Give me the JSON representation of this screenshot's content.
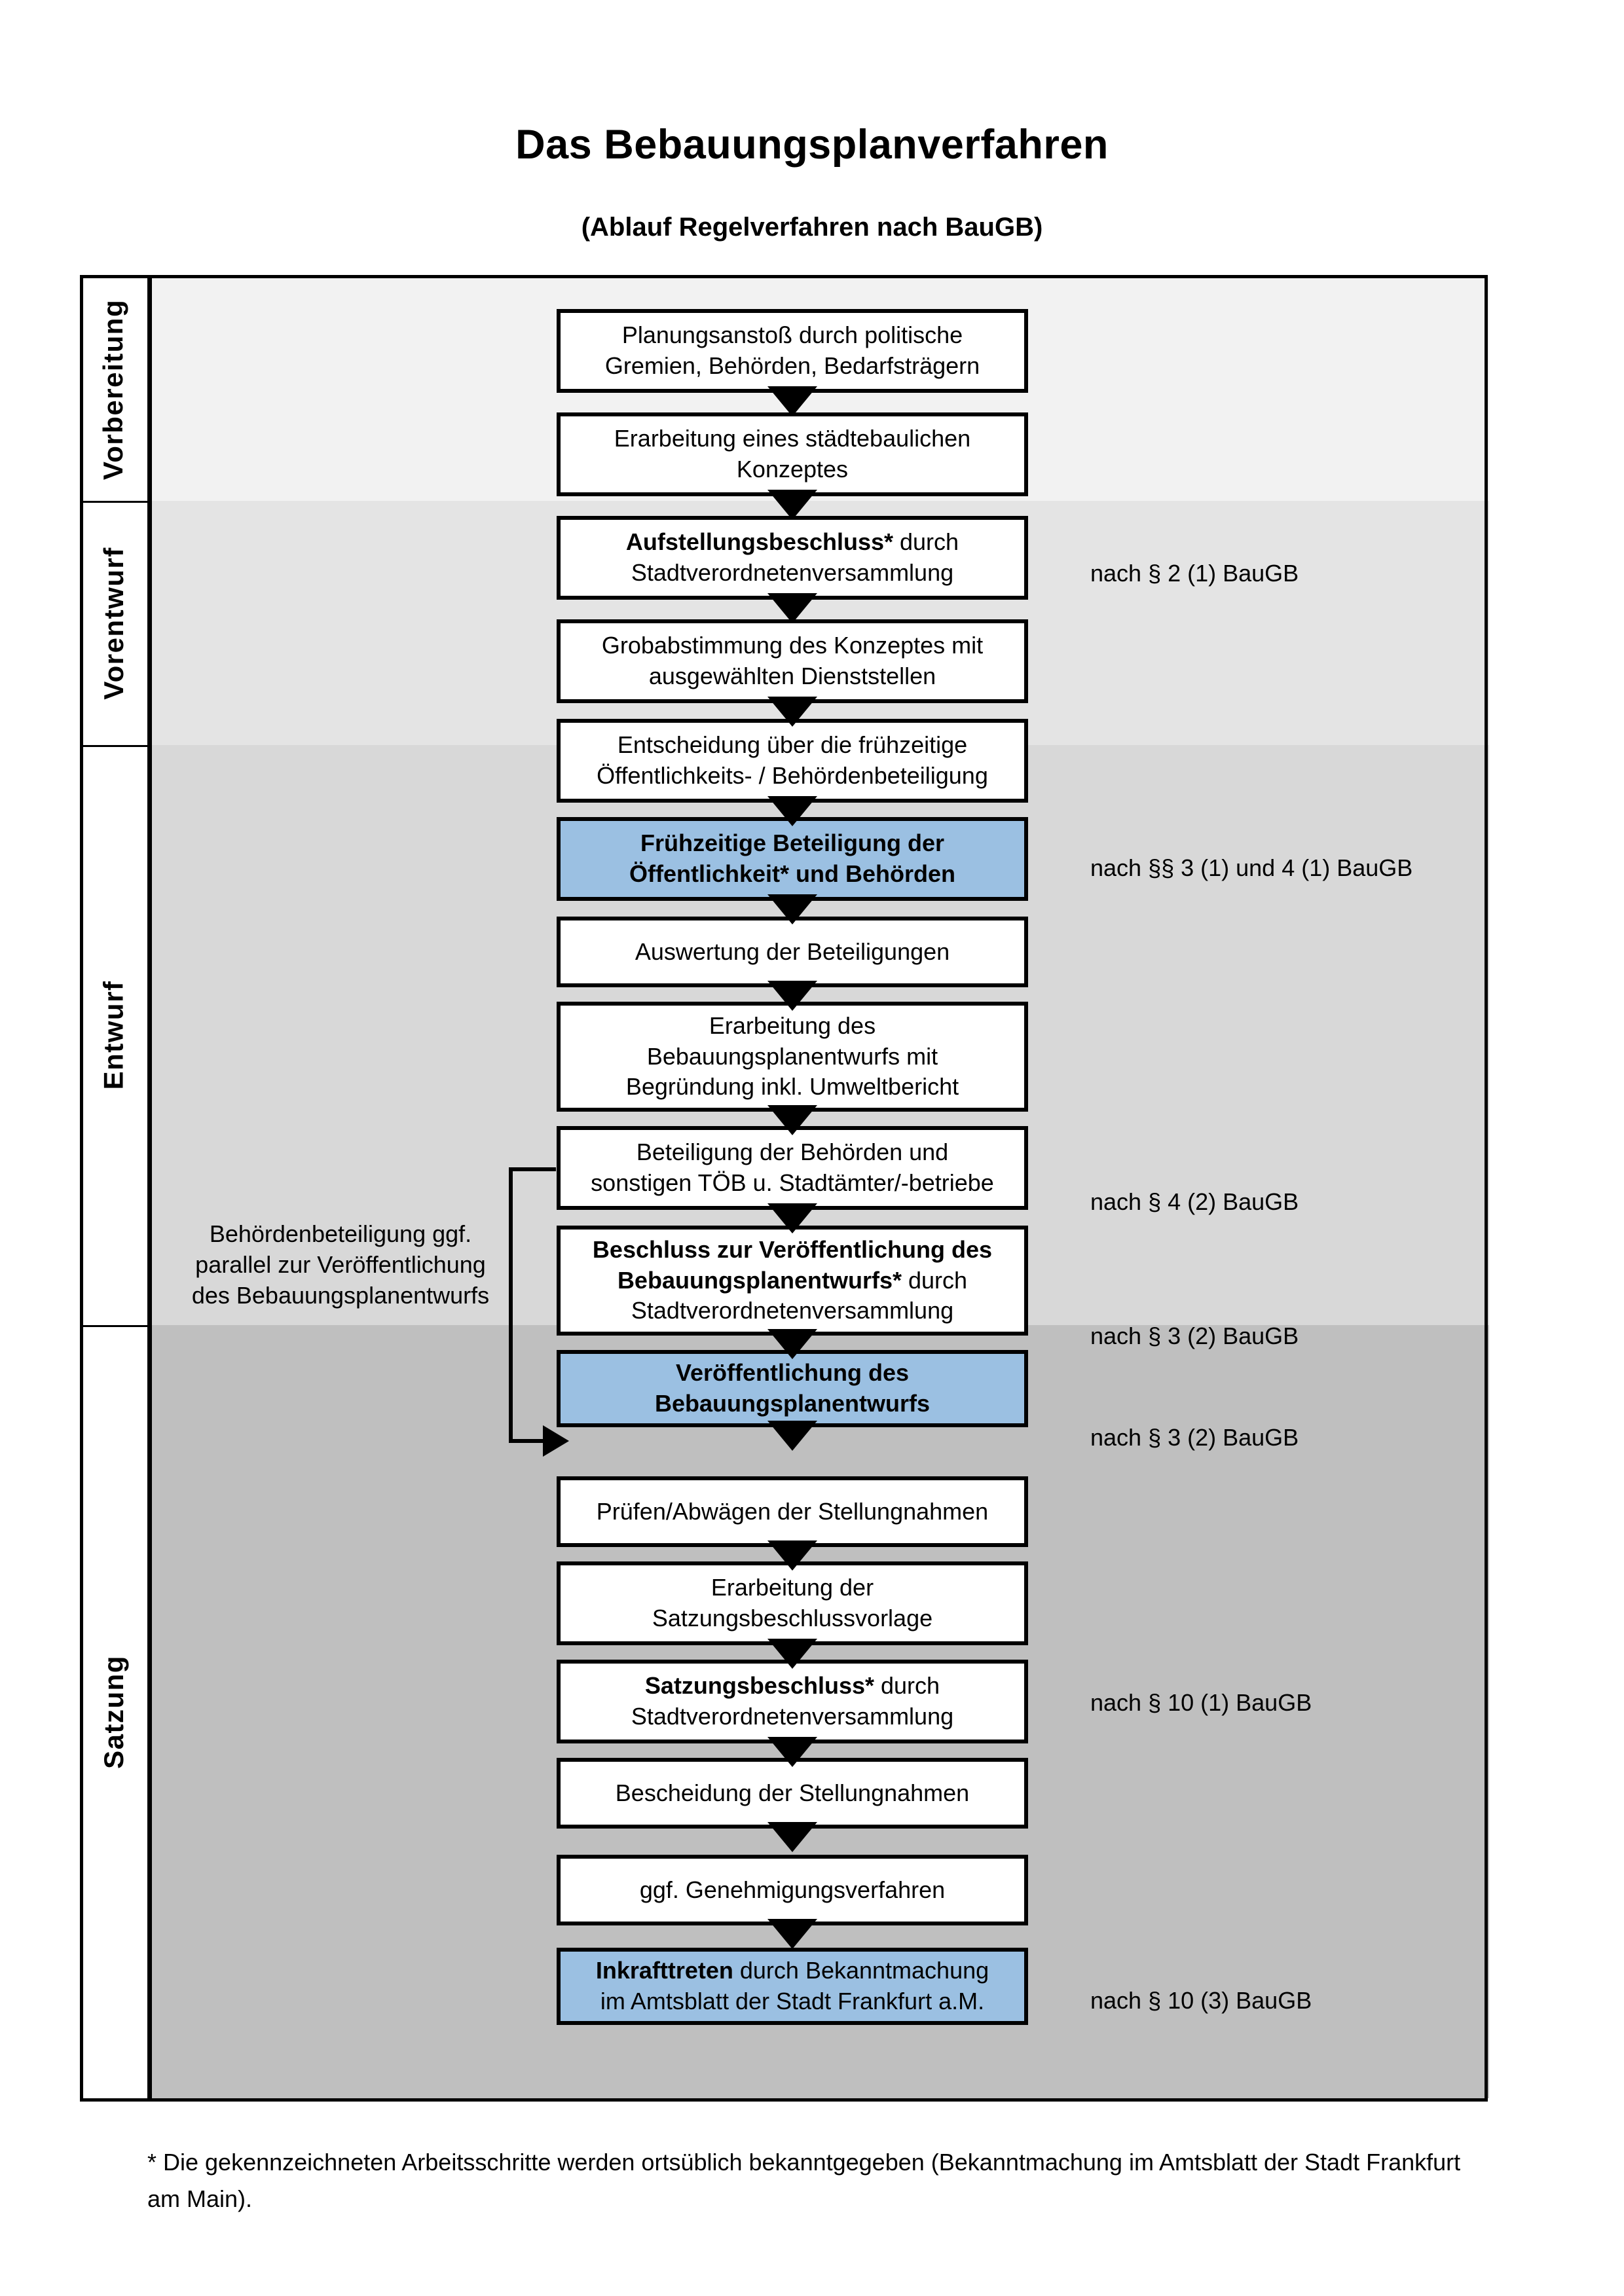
{
  "header": {
    "title": "Das Bebauungsplanverfahren",
    "subtitle": "(Ablauf Regelverfahren nach BauGB)"
  },
  "phases": [
    {
      "id": "vorbereitung",
      "label": "Vorbereitung"
    },
    {
      "id": "vorentwurf",
      "label": "Vorentwurf"
    },
    {
      "id": "entwurf",
      "label": "Entwurf"
    },
    {
      "id": "satzung",
      "label": "Satzung"
    }
  ],
  "band_colors": {
    "vorbereitung": "#F2F2F2",
    "vorentwurf": "#E4E4E4",
    "entwurf": "#D8D8D8",
    "satzung": "#BFBFBF",
    "highlight": "#9BC0E2",
    "box": "#FFFFFF",
    "line": "#000000"
  },
  "steps": [
    {
      "id": "s1",
      "phase": "vorbereitung",
      "line1": "Planungsanstoß durch politische",
      "line2": "Gremien, Behörden, Bedarfsträgern",
      "bold1": "",
      "rest1": "",
      "highlight": false
    },
    {
      "id": "s2",
      "phase": "vorbereitung",
      "line1": "Erarbeitung eines städtebaulichen",
      "line2": "Konzeptes",
      "bold1": "",
      "rest1": "",
      "highlight": false
    },
    {
      "id": "s3",
      "phase": "vorbereitung",
      "line1": "",
      "line2": "Stadtverordnetenversammlung",
      "bold1": "Aufstellungsbeschluss*",
      "rest1": " durch",
      "highlight": false
    },
    {
      "id": "s4",
      "phase": "vorentwurf",
      "line1": "Grobabstimmung des Konzeptes mit",
      "line2": "ausgewählten Dienststellen",
      "bold1": "",
      "rest1": "",
      "highlight": false
    },
    {
      "id": "s5",
      "phase": "vorentwurf",
      "line1": "Entscheidung über die frühzeitige",
      "line2": "Öffentlichkeits- / Behördenbeteiligung",
      "bold1": "",
      "rest1": "",
      "highlight": false
    },
    {
      "id": "s6",
      "phase": "vorentwurf",
      "line1": "Frühzeitige Beteiligung der",
      "line2": "Öffentlichkeit* und Behörden",
      "bold1": "",
      "rest1": "",
      "highlight": true
    },
    {
      "id": "s7",
      "phase": "entwurf",
      "line1": "Auswertung der Beteiligungen",
      "line2": "",
      "bold1": "",
      "rest1": "",
      "highlight": false
    },
    {
      "id": "s8",
      "phase": "entwurf",
      "line1": "Erarbeitung des",
      "line2": "Bebauungsplanentwurfs mit",
      "line3": "Begründung inkl. Umweltbericht",
      "bold1": "",
      "rest1": "",
      "highlight": false
    },
    {
      "id": "s9",
      "phase": "entwurf",
      "line1": "Beteiligung der Behörden und",
      "line2": "sonstigen TÖB u. Stadtämter/-betriebe",
      "bold1": "",
      "rest1": "",
      "highlight": false
    },
    {
      "id": "s10",
      "phase": "entwurf",
      "line1": "Beschluss zur Veröffentlichung des",
      "line2": "Bebauungsplanentwurfs*",
      "rest1": " durch",
      "line3": "Stadtverordnetenversammlung",
      "highlight": false
    },
    {
      "id": "s11",
      "phase": "entwurf",
      "line1": "Veröffentlichung des",
      "line2": "Bebauungsplanentwurfs",
      "bold1": "",
      "rest1": "",
      "highlight": true
    },
    {
      "id": "s12",
      "phase": "satzung",
      "line1": "Prüfen/Abwägen der Stellungnahmen",
      "line2": "",
      "bold1": "",
      "rest1": "",
      "highlight": false
    },
    {
      "id": "s13",
      "phase": "satzung",
      "line1": "Erarbeitung der",
      "line2": "Satzungsbeschlussvorlage",
      "bold1": "",
      "rest1": "",
      "highlight": false
    },
    {
      "id": "s14",
      "phase": "satzung",
      "line1": "",
      "line2": "Stadtverordnetenversammlung",
      "bold1": "Satzungsbeschluss*",
      "rest1": " durch",
      "highlight": false
    },
    {
      "id": "s15",
      "phase": "satzung",
      "line1": "Bescheidung der Stellungnahmen",
      "line2": "",
      "bold1": "",
      "rest1": "",
      "highlight": false
    },
    {
      "id": "s16",
      "phase": "satzung",
      "line1": "ggf. Genehmigungsverfahren",
      "line2": "",
      "bold1": "",
      "rest1": "",
      "highlight": false
    },
    {
      "id": "s17",
      "phase": "satzung",
      "line1": "",
      "line2": "im Amtsblatt der Stadt Frankfurt a.M.",
      "bold1": "Inkrafttreten",
      "rest1": " durch Bekanntmachung",
      "highlight": true
    }
  ],
  "notes": [
    {
      "id": "n1",
      "text": "nach § 2 (1) BauGB"
    },
    {
      "id": "n2",
      "text": "nach §§ 3 (1) und 4 (1) BauGB"
    },
    {
      "id": "n3",
      "text": "nach § 4 (2) BauGB"
    },
    {
      "id": "n4",
      "text": "nach § 3 (2) BauGB"
    },
    {
      "id": "n5",
      "text": "nach § 3 (2) BauGB"
    },
    {
      "id": "n6",
      "text": "nach § 10 (1) BauGB"
    },
    {
      "id": "n7",
      "text": "nach § 10 (3) BauGB"
    }
  ],
  "side_note": {
    "line1": "Behördenbeteiligung",
    "line2": "ggf. parallel zur",
    "line3": "Veröffentlichung des",
    "line4": "Bebauungsplanentwurfs"
  },
  "footnote": {
    "text": "* Die gekennzeichneten Arbeitsschritte werden ortsüblich bekanntgegeben (Bekanntmachung im Amtsblatt  der Stadt Frankfurt am Main)."
  }
}
